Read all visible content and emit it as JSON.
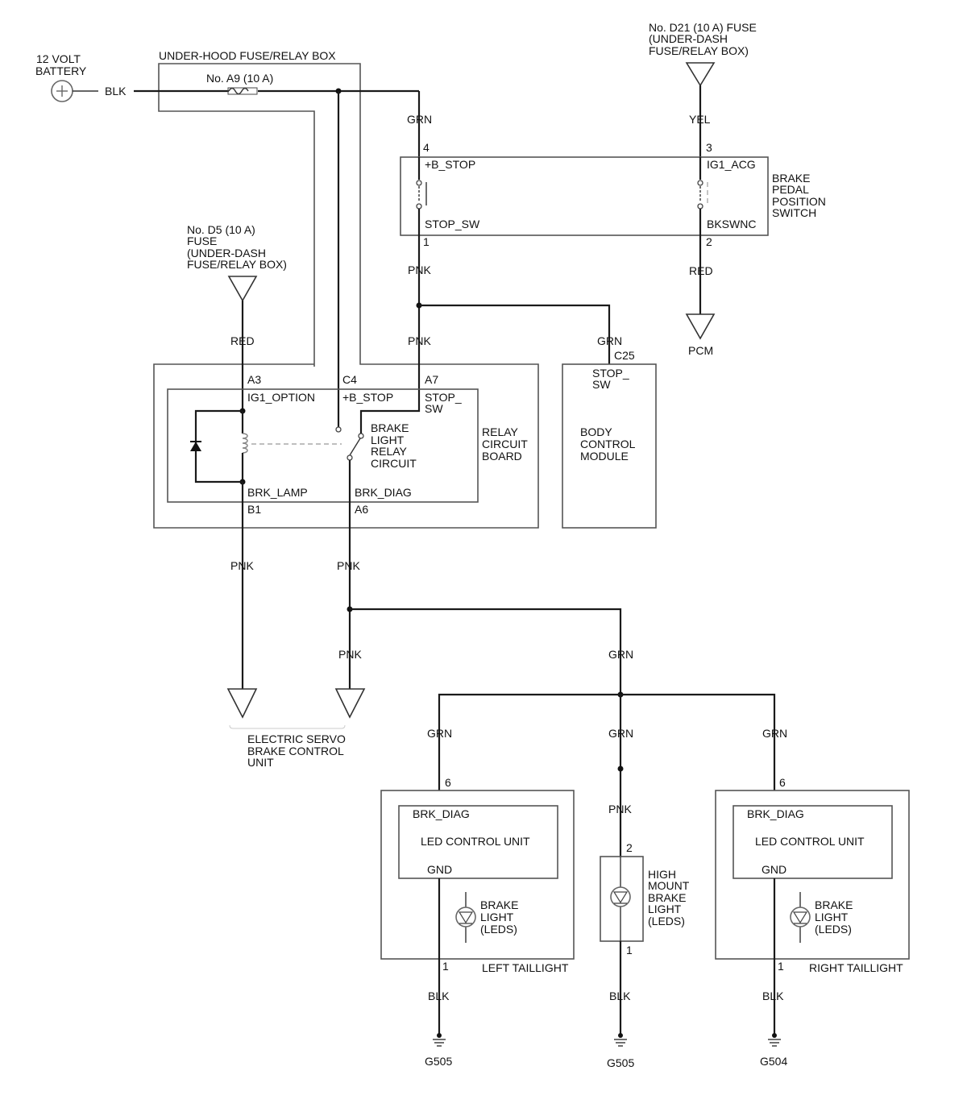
{
  "battery": {
    "label1": "12 VOLT",
    "label2": "BATTERY",
    "wire": "BLK"
  },
  "uh_box": {
    "title": "UNDER-HOOD FUSE/RELAY BOX",
    "fuse": "No. A9 (10 A)"
  },
  "fuse_d21": {
    "l1": "No. D21 (10 A) FUSE",
    "l2": "(UNDER-DASH",
    "l3": "FUSE/RELAY BOX)",
    "wire": "YEL"
  },
  "fuse_d5": {
    "l1": "No. D5 (10 A)",
    "l2": "FUSE",
    "l3": "(UNDER-DASH",
    "l4": "FUSE/RELAY BOX)",
    "wire": "RED"
  },
  "bpps": {
    "title1": "BRAKE",
    "title2": "PEDAL",
    "title3": "POSITION",
    "title4": "SWITCH",
    "pin4": "4",
    "pin3": "3",
    "pin1": "1",
    "pin2": "2",
    "b_stop": "+B_STOP",
    "ig1_acg": "IG1_ACG",
    "stop_sw": "STOP_SW",
    "bkswnc": "BKSWNC",
    "wire_in": "GRN",
    "wire_out1": "PNK",
    "wire_out2": "RED"
  },
  "pcm": "PCM",
  "bcm": {
    "wire": "GRN",
    "conn": "C25",
    "pin1": "STOP_",
    "pin2": "SW",
    "t1": "BODY",
    "t2": "CONTROL",
    "t3": "MODULE"
  },
  "relay": {
    "a3": "A3",
    "c4": "C4",
    "a7": "A7",
    "b1": "B1",
    "a6": "A6",
    "ig1_option": "IG1_OPTION",
    "b_stop": "+B_STOP",
    "stop1": "STOP_",
    "stop2": "SW",
    "brk_lamp": "BRK_LAMP",
    "brk_diag": "BRK_DIAG",
    "rc1": "BRAKE",
    "rc2": "LIGHT",
    "rc3": "RELAY",
    "rc4": "CIRCUIT",
    "rb1": "RELAY",
    "rb2": "CIRCUIT",
    "rb3": "BOARD",
    "wire_a7": "PNK"
  },
  "wires": {
    "pnk_b1": "PNK",
    "pnk_a6": "PNK",
    "pnk_servo": "PNK",
    "grn_main": "GRN",
    "grn_left": "GRN",
    "grn_mid": "GRN",
    "grn_right": "GRN",
    "pnk_hm": "PNK"
  },
  "servo": {
    "l1": "ELECTRIC SERVO",
    "l2": "BRAKE CONTROL",
    "l3": "UNIT"
  },
  "left_tail": {
    "pin6": "6",
    "brk_diag": "BRK_DIAG",
    "unit": "LED CONTROL UNIT",
    "gnd": "GND",
    "b1": "BRAKE",
    "b2": "LIGHT",
    "b3": "(LEDS)",
    "pin1": "1",
    "title": "LEFT TAILLIGHT",
    "wire": "BLK",
    "ground": "G505"
  },
  "high_mount": {
    "pin2": "2",
    "l1": "HIGH",
    "l2": "MOUNT",
    "l3": "BRAKE",
    "l4": "LIGHT",
    "l5": "(LEDS)",
    "pin1": "1",
    "wire": "BLK",
    "ground": "G505"
  },
  "right_tail": {
    "pin6": "6",
    "brk_diag": "BRK_DIAG",
    "unit": "LED CONTROL UNIT",
    "gnd": "GND",
    "b1": "BRAKE",
    "b2": "LIGHT",
    "b3": "(LEDS)",
    "pin1": "1",
    "title": "RIGHT TAILLIGHT",
    "wire": "BLK",
    "ground": "G504"
  }
}
